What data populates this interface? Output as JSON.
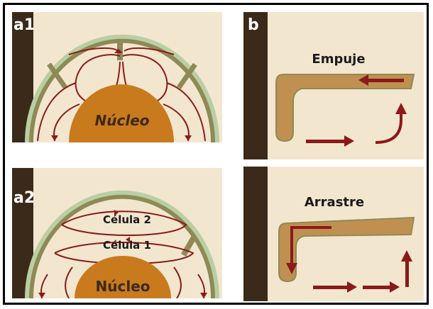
{
  "panels": {
    "a1": {
      "tag": "a1",
      "nucleus_label": "Núcleo"
    },
    "a2": {
      "tag": "a2",
      "nucleus_label": "Núcleo",
      "cell2_label": "Célula 2",
      "cell1_label": "Célula 1"
    },
    "b": {
      "tag": "b",
      "push_label": "Empuje",
      "drag_label": "Arrastre"
    }
  },
  "colors": {
    "background": "#f3e6cf",
    "strip": "#3b2a1a",
    "mantle_ring": "#b9cfa3",
    "crust": "#8e8a55",
    "nucleus": "#c97a1c",
    "arrow": "#8b1a1a",
    "slab": "#c09050"
  }
}
